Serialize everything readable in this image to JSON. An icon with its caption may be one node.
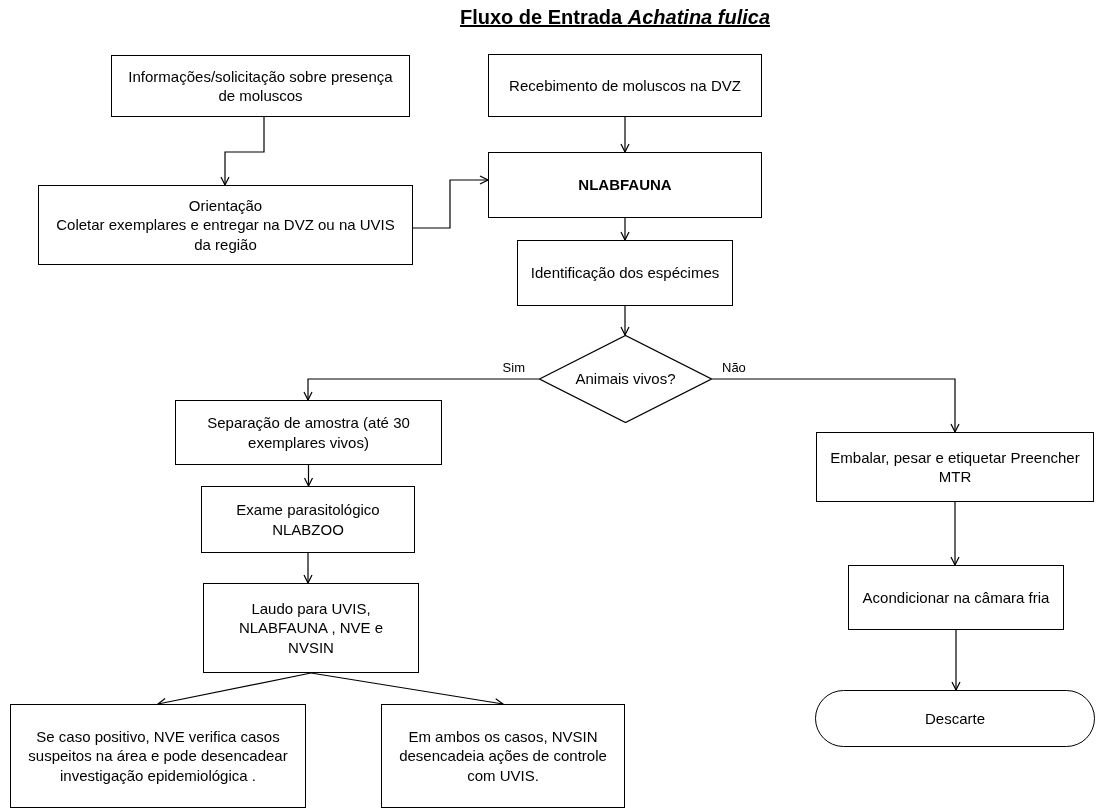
{
  "diagram": {
    "title": "Fluxo de Entrada *Achatina fulica*",
    "nodes": [
      {
        "text": [
          "Informações/solicitação sobre presença de moluscos"
        ]
      },
      {
        "text": [
          "Recebimento de moluscos na DVZ"
        ]
      },
      {
        "text": [
          "Orientação",
          "Coletar exemplares e entregar na DVZ ou na UVIS da região"
        ]
      },
      {
        "text": [
          "NLABFAUNA"
        ]
      },
      {
        "text": [
          "Identificação dos espécimes"
        ]
      },
      {
        "text": [
          "Animais vivos?"
        ]
      },
      {
        "text": [
          "Separação de amostra (até 30 exemplares vivos)"
        ]
      },
      {
        "text": [
          "Embalar, pesar e etiquetar Preencher MTR"
        ]
      },
      {
        "text": [
          "Exame parasitológico NLABZOO"
        ]
      },
      {
        "text": [
          "Acondicionar na câmara fria"
        ]
      },
      {
        "text": [
          "Laudo para UVIS, NLABFAUNA , NVE e NVSIN"
        ]
      },
      {
        "text": [
          "Se caso positivo, NVE verifica casos suspeitos na área e pode desencadear investigação epidemiológica ."
        ]
      },
      {
        "text": [
          "Em ambos os casos, NVSIN desencadeia ações de controle com UVIS."
        ]
      },
      {
        "text": [
          "Descarte"
        ]
      }
    ],
    "edges": [
      {
        "from": 0,
        "to": 2,
        "arrow": "to"
      },
      {
        "from": 1,
        "to": 3,
        "arrow": "to"
      },
      {
        "from": 2,
        "to": 3,
        "arrow": "to"
      },
      {
        "from": 3,
        "to": 4,
        "arrow": "to"
      },
      {
        "from": 4,
        "to": 5,
        "arrow": "to"
      },
      {
        "from": 5,
        "to": 6,
        "arrow": "to",
        "label": "Sim"
      },
      {
        "from": 5,
        "to": 7,
        "arrow": "to",
        "label": "Não"
      },
      {
        "from": 6,
        "to": 8,
        "arrow": "to"
      },
      {
        "from": 8,
        "to": 10,
        "arrow": "to"
      },
      {
        "from": 10,
        "to": 11,
        "arrow": "to"
      },
      {
        "from": 10,
        "to": 12,
        "arrow": "to"
      },
      {
        "from": 7,
        "to": 9,
        "arrow": "to"
      },
      {
        "from": 9,
        "to": 13,
        "arrow": "to"
      }
    ]
  }
}
